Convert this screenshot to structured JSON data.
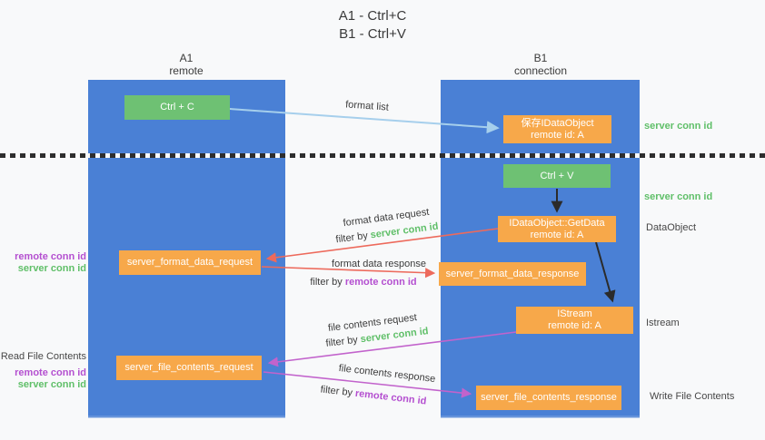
{
  "title": {
    "line1": "A1 - Ctrl+C",
    "line2": "B1 - Ctrl+V"
  },
  "lane_a": {
    "name": "A1",
    "subtitle": "remote"
  },
  "lane_b": {
    "name": "B1",
    "subtitle": "connection"
  },
  "boxes": {
    "ctrl_c": {
      "label": "Ctrl + C"
    },
    "ctrl_v": {
      "label": "Ctrl + V"
    },
    "save_dataobject": {
      "line1": "保存IDataObject",
      "line2": "remote id: A"
    },
    "getdata": {
      "line1": "IDataObject::GetData",
      "line2": "remote id: A"
    },
    "istream": {
      "line1": "IStream",
      "line2": "remote id: A"
    },
    "format_request": {
      "label": "server_format_data_request"
    },
    "format_response": {
      "label": "server_format_data_response"
    },
    "file_request": {
      "label": "server_file_contents_request"
    },
    "file_response": {
      "label": "server_file_contents_response"
    }
  },
  "arrows": {
    "format_list": {
      "label": "format list"
    },
    "format_data_request": {
      "label": "format data request",
      "filter_prefix": "filter by",
      "filter_key": "server conn id"
    },
    "format_data_response": {
      "label": "format data response",
      "filter_prefix": "filter by",
      "filter_key": "remote conn id"
    },
    "file_contents_request": {
      "label": "file contents request",
      "filter_prefix": "filter by",
      "filter_key": "server conn id"
    },
    "file_contents_response": {
      "label": "file contents response",
      "filter_prefix": "filter by",
      "filter_key": "remote conn id"
    }
  },
  "annotations": {
    "server_conn_id_top": "server conn id",
    "server_conn_id_mid": "server conn id",
    "dataobject": "DataObject",
    "istream": "Istream",
    "write_file_contents": "Write File Contents",
    "read_file_contents": "Read File Contents",
    "pair1": {
      "remote": "remote conn id",
      "server": "server conn id"
    },
    "pair2": {
      "remote": "remote conn id",
      "server": "server conn id"
    }
  },
  "colors": {
    "lane_blue": "#4a80d5",
    "box_green": "#6ec173",
    "box_orange": "#f7a84a",
    "arrow_lightblue": "#a6cfec",
    "arrow_black": "#2b2b2b",
    "arrow_red": "#ed6a5c",
    "arrow_magenta": "#c263cc",
    "text_green": "#5fbf68",
    "text_magenta": "#b44fd0",
    "text_dark": "#3c3c3c"
  }
}
